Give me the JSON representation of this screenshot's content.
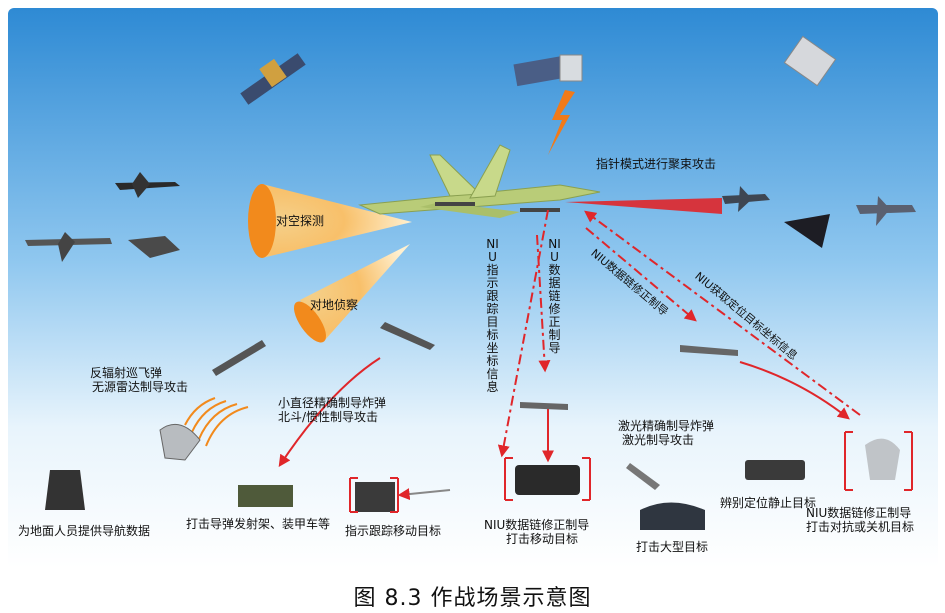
{
  "caption": "图 8.3 作战场景示意图",
  "labels": {
    "air_detect": "对空探测",
    "ground_recon": "对地侦察",
    "pointer_mode": "指针模式进行聚束攻击",
    "anti_rad_1": "反辐射巡飞弹",
    "anti_rad_2": "无源雷达制导攻击",
    "small_bomb_1": "小直径精确制导炸弹",
    "small_bomb_2": "北斗/惯性制导攻击",
    "ground_nav": "为地面人员提供导航数据",
    "strike_launcher": "打击导弹发射架、装甲车等",
    "track_moving": "指示跟踪移动目标",
    "niu_track_vert": "NIU指示跟踪目标坐标信息",
    "niu_link_vert": "NIU数据链修正制导",
    "niu_link_1": "NIU数据链修正制导",
    "niu_link_2": "打击移动目标",
    "niu_diag_1": "NIU数据链修正制导",
    "niu_diag_2": "NIU获取定位目标坐标信息",
    "laser_1": "激光精确制导炸弹",
    "laser_2": "激光制导攻击",
    "big_target": "打击大型目标",
    "identify_static": "辨别定位静止目标",
    "niu_counter_1": "NIU数据链修正制导",
    "niu_counter_2": "打击对抗或关机目标"
  },
  "colors": {
    "sky_top": "#2f8fd6",
    "sky_bottom": "#ffffff",
    "cone_fill": "#f7a23a",
    "aircraft": "#c8d98a",
    "arrow_red": "#e0262a",
    "lightning": "#f07a1a"
  }
}
